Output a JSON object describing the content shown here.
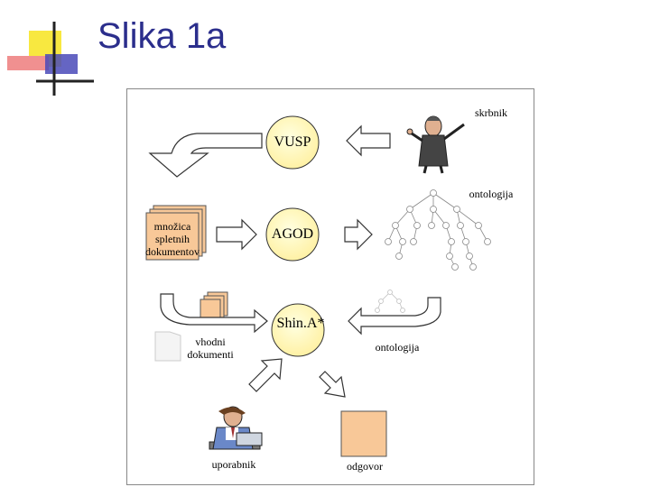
{
  "slide": {
    "title": "Slika 1a"
  },
  "diagram": {
    "nodes": {
      "vusp": "VUSP",
      "agod": "AGOD",
      "shina": "Shin.A*"
    },
    "labels": {
      "skrbnik": "skrbnik",
      "ontologija_top": "ontologija",
      "mnozica": "množica spletnih dokumentov",
      "vhodni": "vhodni dokumenti",
      "ontologija_mid": "ontologija",
      "uporabnik": "uporabnik",
      "odgovor": "odgovor"
    },
    "colors": {
      "circle_fill": "#ffffc0",
      "document_fill": "#f8c898",
      "title": "#2b2e8c"
    }
  }
}
